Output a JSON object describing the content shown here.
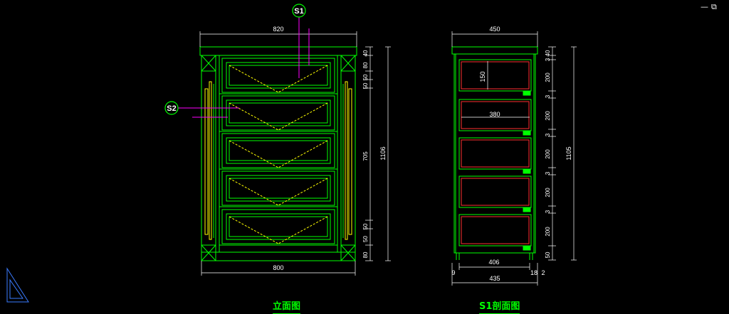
{
  "window": {
    "minimize_glyph": "—",
    "restore_glyph": "⧉"
  },
  "colors": {
    "bg": "#000000",
    "cabinet": "#00ff00",
    "dim": "#ffffff",
    "hatch": "#ffff00",
    "leader": "#ff00ff",
    "section": "#ff3030"
  },
  "front": {
    "title": "立面图",
    "marker_s1": "S1",
    "marker_s2": "S2",
    "width_top": "820",
    "width_bottom": "800",
    "dims_right": [
      "40",
      "80",
      "50",
      "50",
      "705",
      "50",
      "50",
      "80"
    ],
    "height_total": "1106"
  },
  "section": {
    "title": "S1剖面图",
    "width_top": "450",
    "dims_right": [
      "40",
      "3",
      "200",
      "3",
      "200",
      "3",
      "200",
      "3",
      "200",
      "3",
      "200",
      "50"
    ],
    "height_total": "1105",
    "inner_w": "380",
    "inner_h": "150",
    "bottom_w1": "406",
    "bottom_w2": "435",
    "bottom_l": "9",
    "bottom_r1": "18",
    "bottom_r2": "2"
  },
  "icons": [
    "ucs-icon"
  ]
}
